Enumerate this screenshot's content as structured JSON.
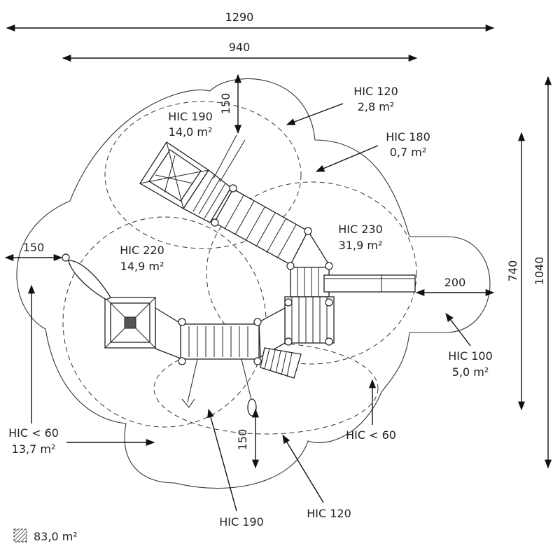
{
  "dimensions": {
    "overall_width": "1290",
    "structure_width": "940",
    "structure_depth": "740",
    "overall_depth": "1040",
    "top_clearance": "150",
    "bottom_clearance": "150",
    "left_clearance": "150",
    "right_clearance": "200"
  },
  "zones": {
    "hic120_top": {
      "name": "HIC 120",
      "area": "2,8 m²"
    },
    "hic190_top": {
      "name": "HIC 190",
      "area": "14,0 m²"
    },
    "hic180": {
      "name": "HIC 180",
      "area": "0,7 m²"
    },
    "hic230": {
      "name": "HIC 230",
      "area": "31,9 m²"
    },
    "hic220": {
      "name": "HIC 220",
      "area": "14,9 m²"
    },
    "hic100": {
      "name": "HIC 100",
      "area": "5,0 m²"
    },
    "hic60_left": {
      "name": "HIC < 60",
      "area": "13,7 m²"
    },
    "hic60_right": {
      "name": "HIC < 60"
    },
    "hic190_bottom": {
      "name": "HIC 190"
    },
    "hic120_bottom": {
      "name": "HIC 120"
    }
  },
  "legend": {
    "icon": "hatched-square-icon",
    "total_area": "83,0 m²"
  }
}
